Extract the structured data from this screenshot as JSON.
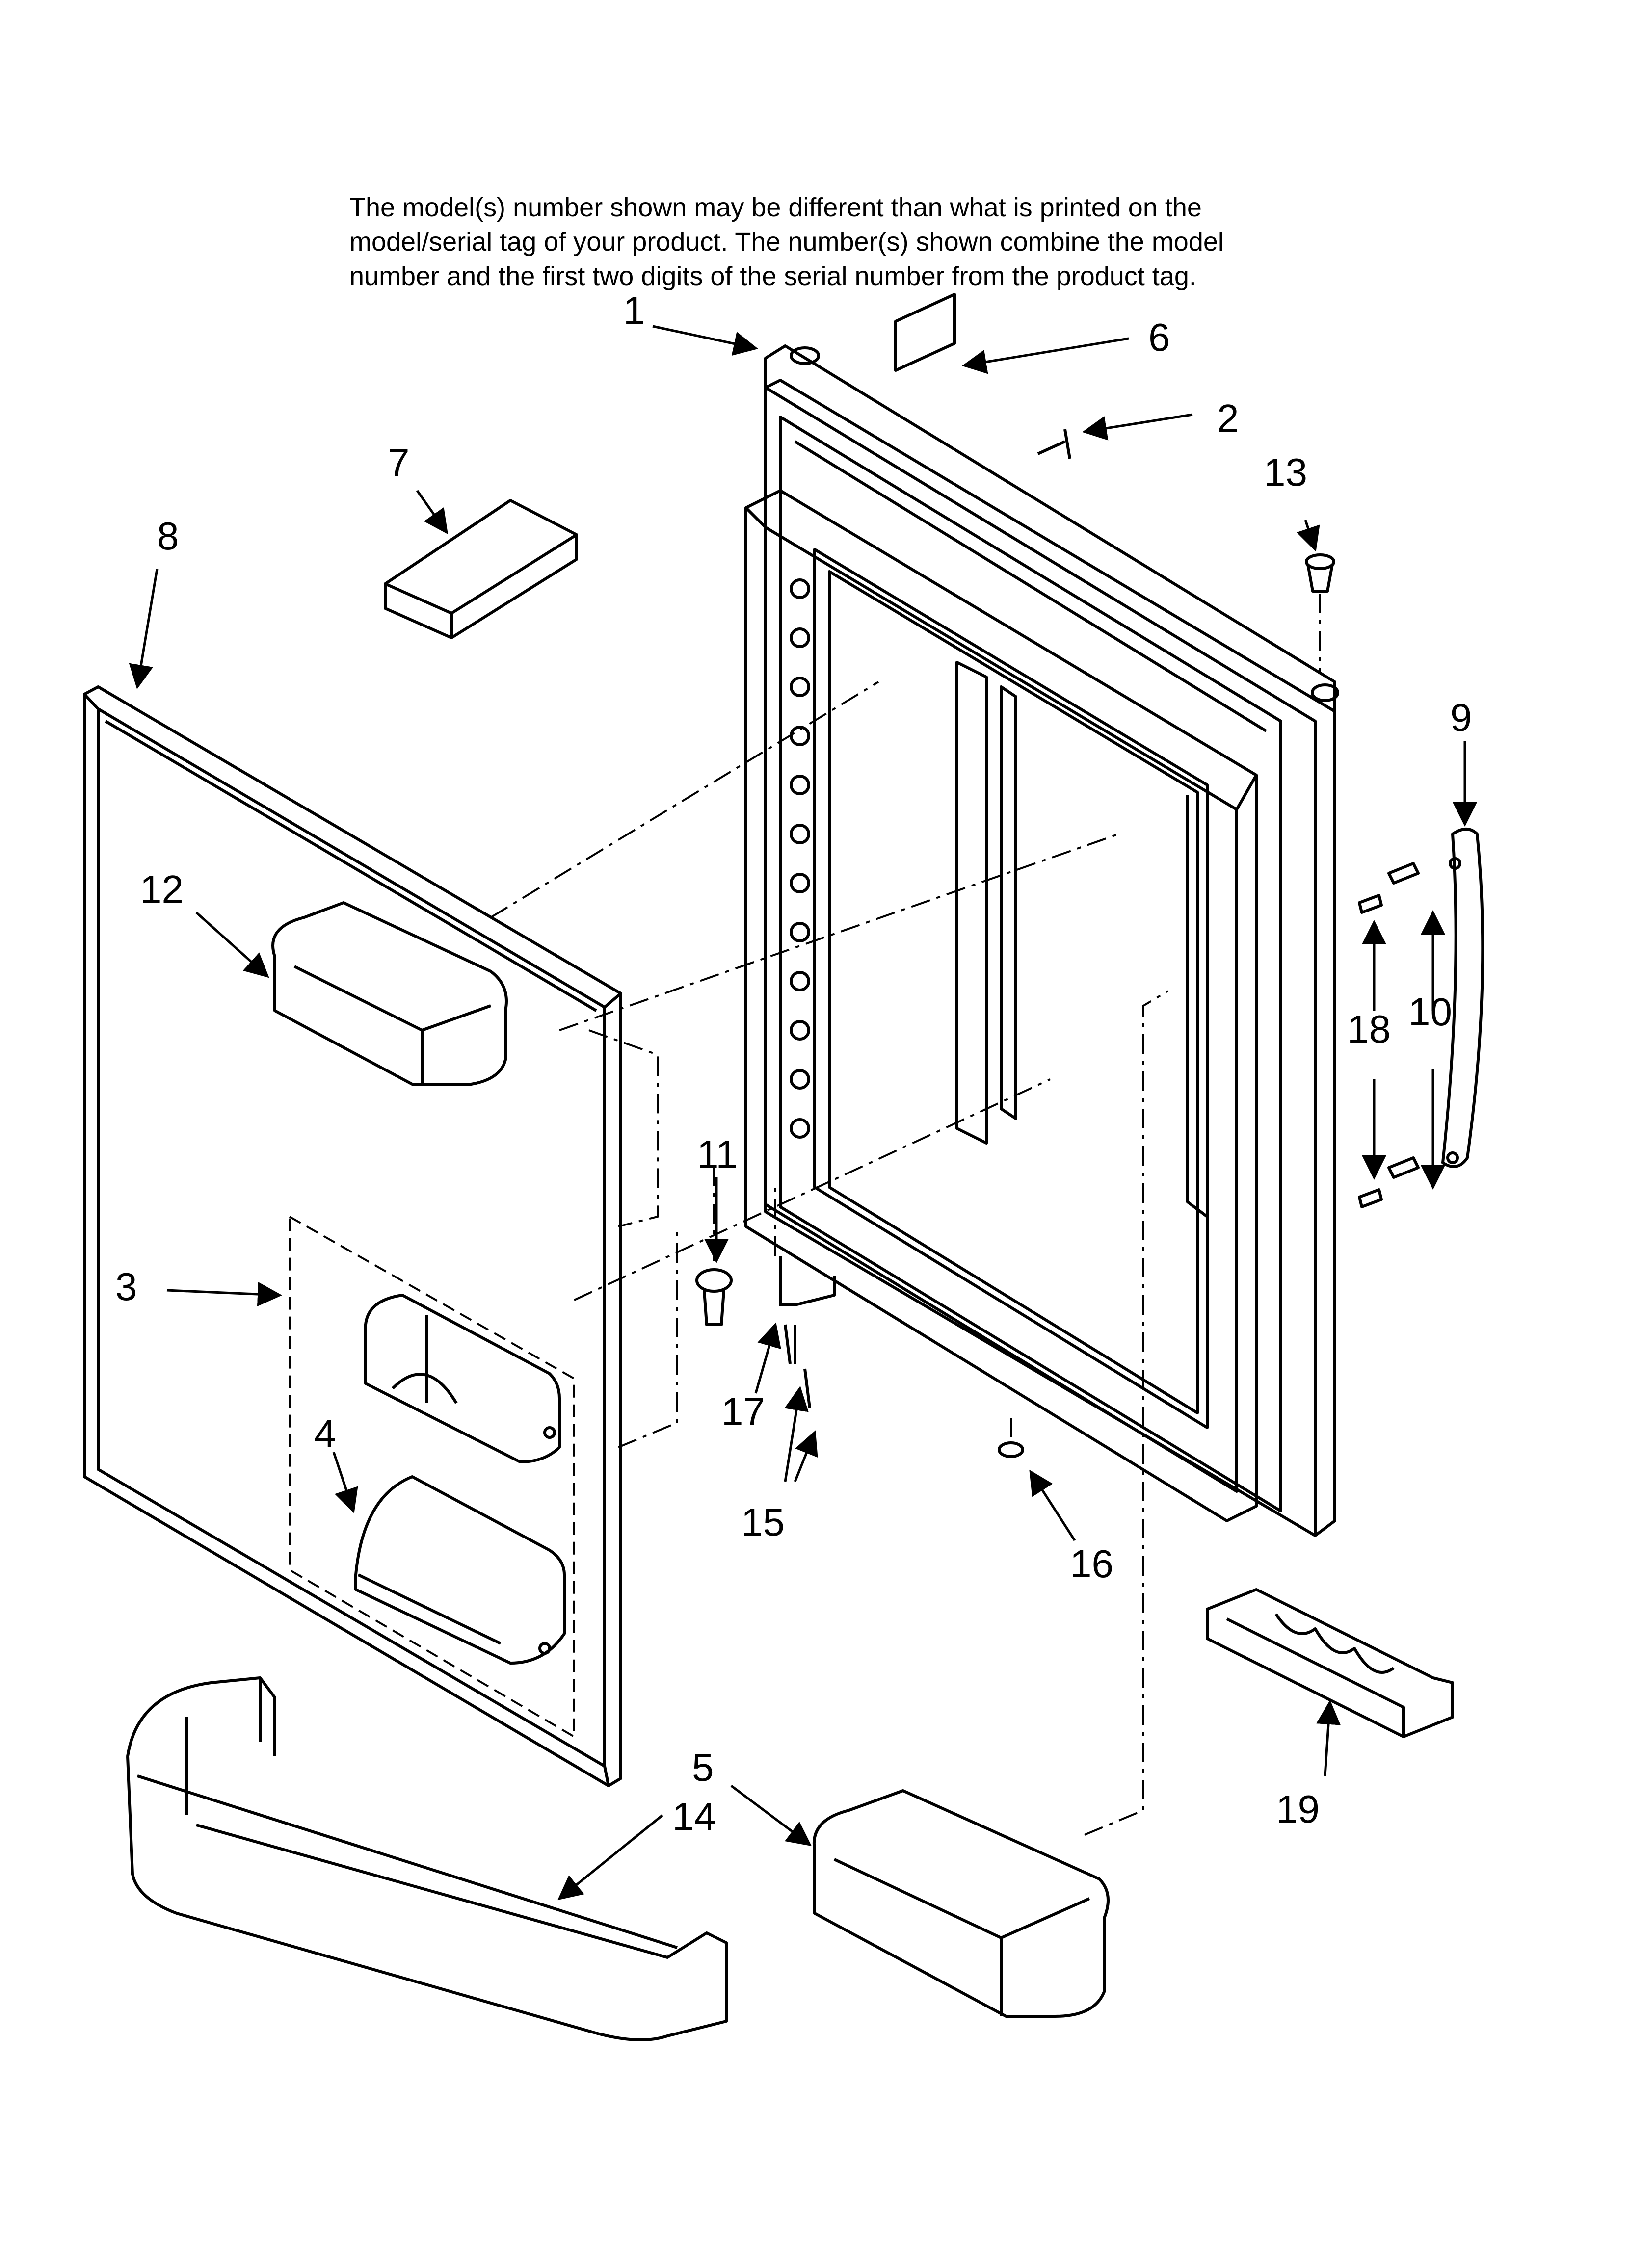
{
  "disclaimer": {
    "line1": "The model(s) number shown may be different than what is printed on the",
    "line2": "model/serial tag of your product. The number(s) shown combine the model",
    "line3": "number and the first two digits of the serial number from the product tag."
  },
  "callouts": {
    "c1": "1",
    "c2": "2",
    "c3": "3",
    "c4": "4",
    "c5": "5",
    "c6": "6",
    "c7": "7",
    "c8": "8",
    "c9": "9",
    "c10": "10",
    "c11": "11",
    "c12": "12",
    "c13": "13",
    "c14": "14",
    "c15": "15",
    "c16": "16",
    "c17": "17",
    "c18": "18",
    "c19": "19"
  }
}
